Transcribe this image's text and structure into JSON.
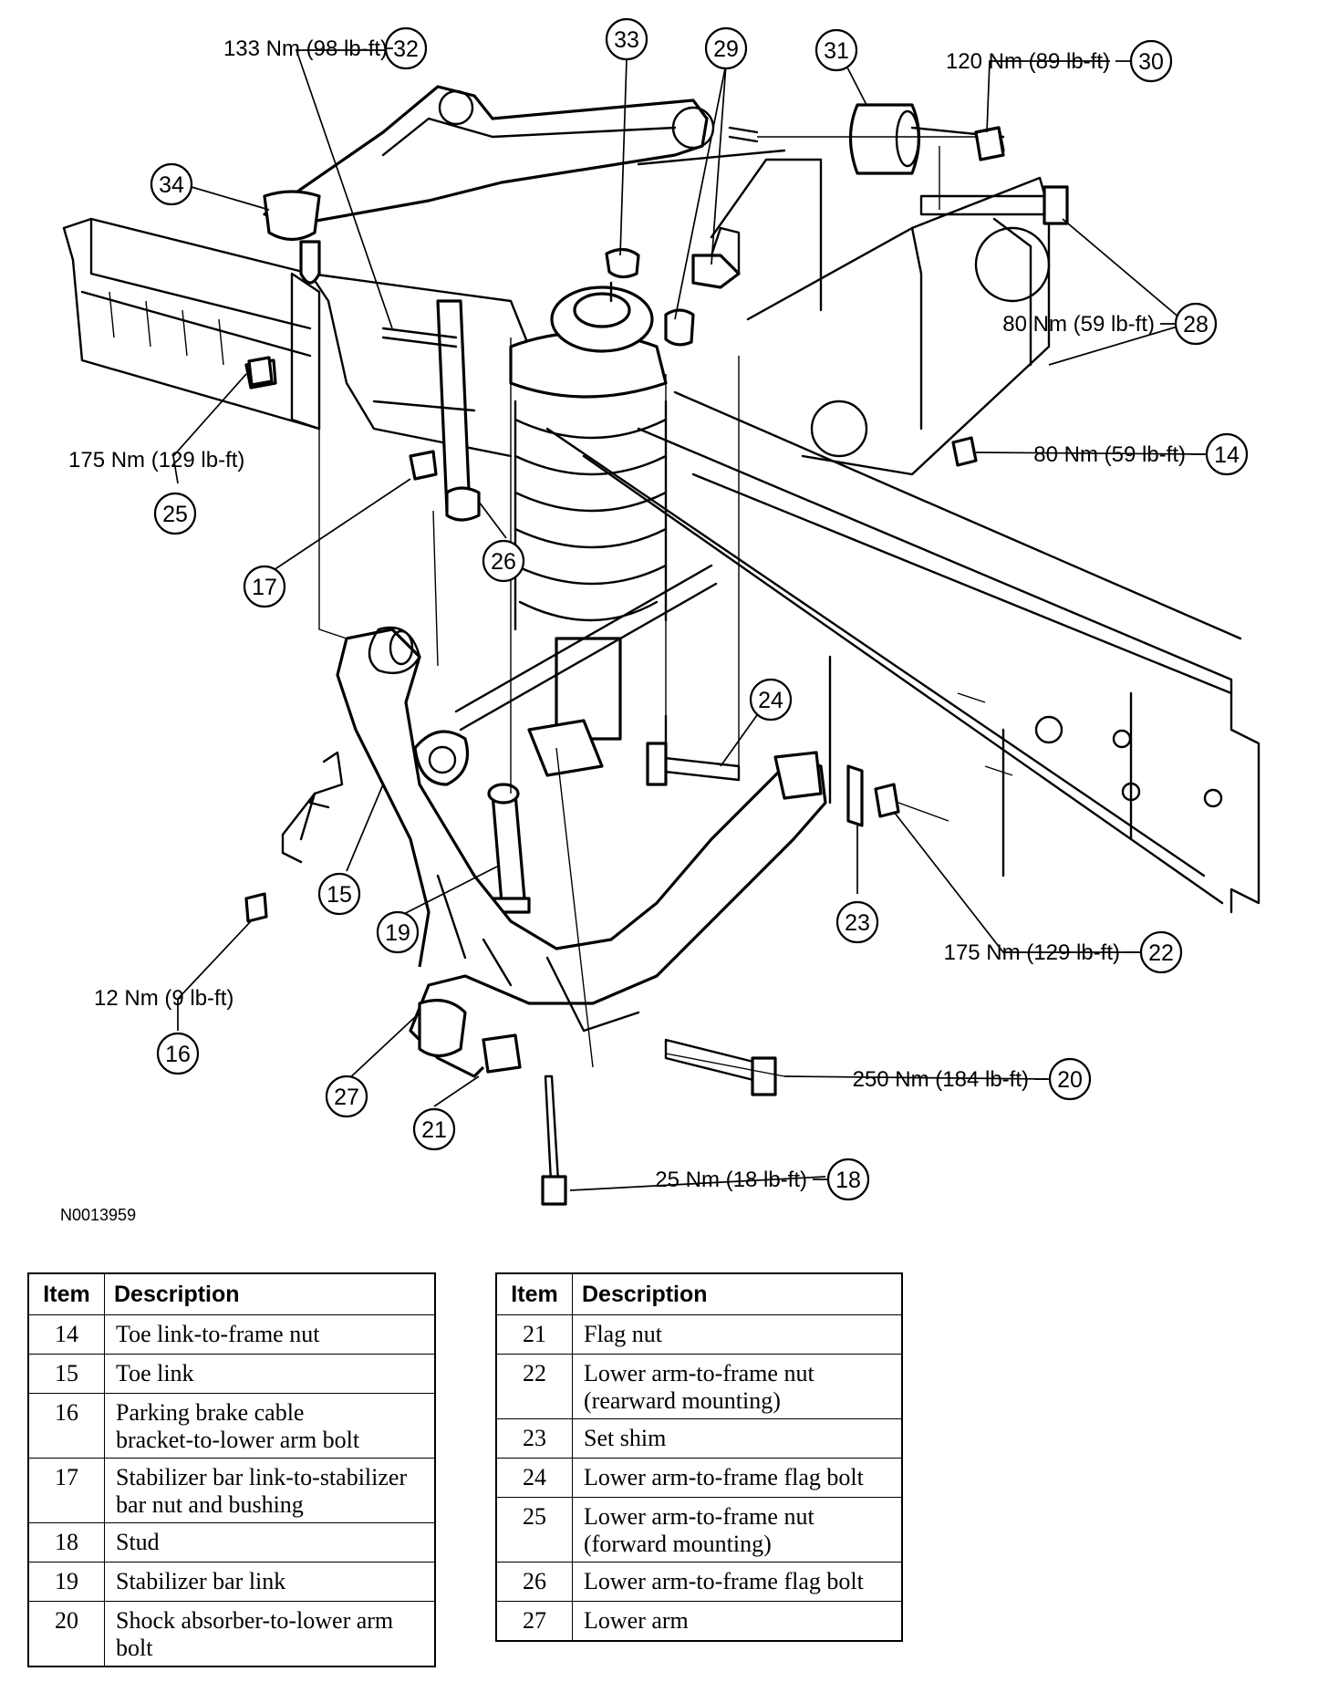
{
  "figure_id": "N0013959",
  "callouts": [
    {
      "num": "32",
      "torque": "133 Nm (98 lb-ft)"
    },
    {
      "num": "33",
      "torque": ""
    },
    {
      "num": "29",
      "torque": ""
    },
    {
      "num": "31",
      "torque": ""
    },
    {
      "num": "30",
      "torque": "120 Nm (89 lb-ft)"
    },
    {
      "num": "34",
      "torque": ""
    },
    {
      "num": "28",
      "torque": "80 Nm (59 lb-ft)"
    },
    {
      "num": "14",
      "torque": "80 Nm (59 lb-ft)"
    },
    {
      "num": "25",
      "torque": "175 Nm (129 lb-ft)"
    },
    {
      "num": "17",
      "torque": ""
    },
    {
      "num": "26",
      "torque": ""
    },
    {
      "num": "24",
      "torque": ""
    },
    {
      "num": "15",
      "torque": ""
    },
    {
      "num": "19",
      "torque": ""
    },
    {
      "num": "23",
      "torque": ""
    },
    {
      "num": "22",
      "torque": "175 Nm (129 lb-ft)"
    },
    {
      "num": "16",
      "torque": "12 Nm (9 lb-ft)"
    },
    {
      "num": "27",
      "torque": ""
    },
    {
      "num": "21",
      "torque": ""
    },
    {
      "num": "20",
      "torque": "250 Nm (184 lb-ft)"
    },
    {
      "num": "18",
      "torque": "25 Nm (18 lb-ft)"
    }
  ],
  "tables": {
    "headers": {
      "item": "Item",
      "description": "Description"
    },
    "left": [
      {
        "item": "14",
        "lines": [
          "Toe link-to-frame nut"
        ]
      },
      {
        "item": "15",
        "lines": [
          "Toe link"
        ]
      },
      {
        "item": "16",
        "lines": [
          "Parking brake cable",
          "bracket-to-lower arm bolt"
        ]
      },
      {
        "item": "17",
        "lines": [
          "Stabilizer bar link-to-stabilizer",
          "bar nut and bushing"
        ]
      },
      {
        "item": "18",
        "lines": [
          "Stud"
        ]
      },
      {
        "item": "19",
        "lines": [
          "Stabilizer bar link"
        ]
      },
      {
        "item": "20",
        "lines": [
          "Shock absorber-to-lower arm",
          "bolt"
        ]
      }
    ],
    "right": [
      {
        "item": "21",
        "lines": [
          "Flag nut"
        ]
      },
      {
        "item": "22",
        "lines": [
          "Lower arm-to-frame nut",
          "(rearward mounting)"
        ]
      },
      {
        "item": "23",
        "lines": [
          "Set shim"
        ]
      },
      {
        "item": "24",
        "lines": [
          "Lower arm-to-frame flag bolt"
        ]
      },
      {
        "item": "25",
        "lines": [
          "Lower arm-to-frame nut",
          "(forward mounting)"
        ]
      },
      {
        "item": "26",
        "lines": [
          "Lower arm-to-frame flag bolt"
        ]
      },
      {
        "item": "27",
        "lines": [
          "Lower arm"
        ]
      }
    ]
  }
}
